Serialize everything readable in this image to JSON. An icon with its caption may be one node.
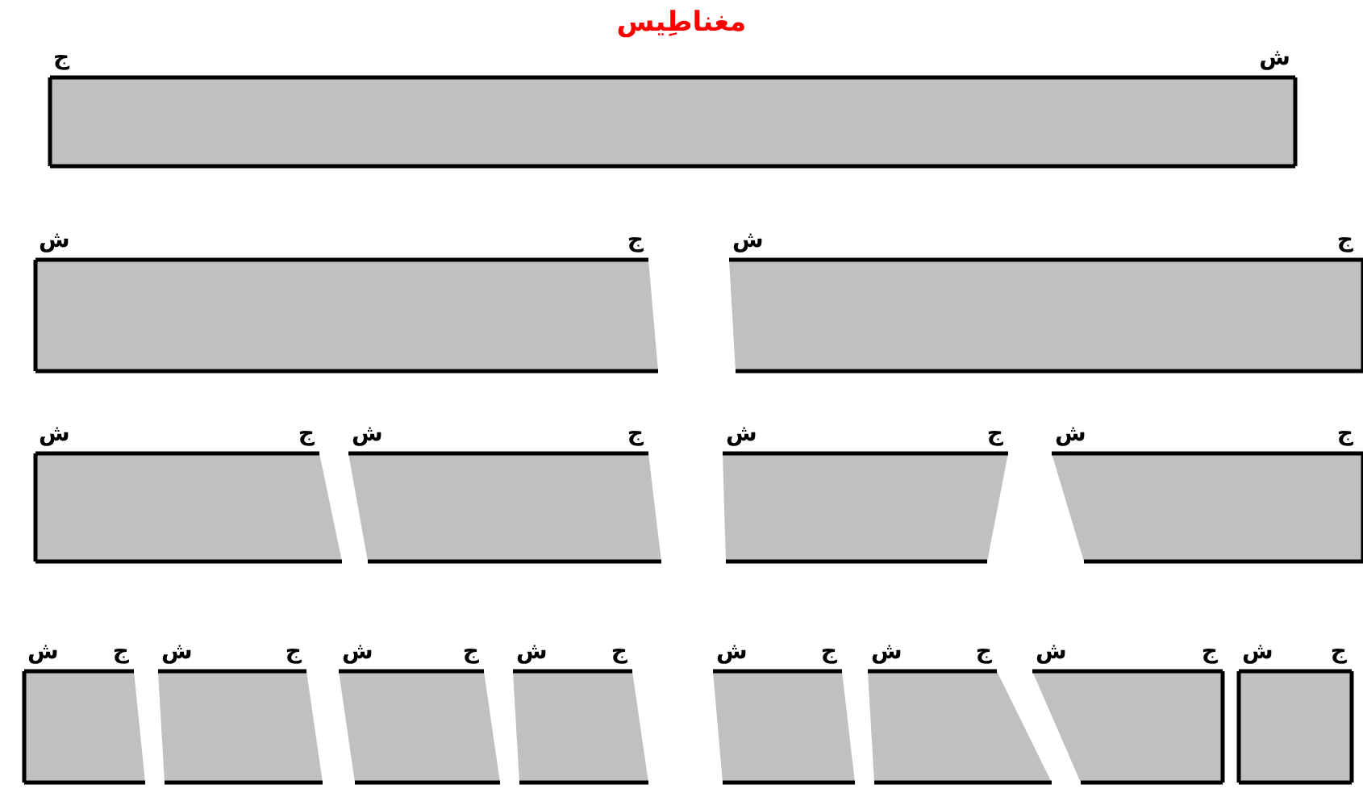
{
  "diagram": {
    "title": "مغناطِيس",
    "nodes": [
      {
        "text": [
          "ش",
          "ج"
        ]
      },
      {
        "text": [
          "ج",
          "ش"
        ]
      },
      {
        "text": [
          "ج",
          "ش"
        ]
      },
      {
        "text": [
          "ج",
          "ش"
        ]
      },
      {
        "text": [
          "ج",
          "ش"
        ]
      },
      {
        "text": [
          "ج",
          "ش"
        ]
      },
      {
        "text": [
          "ج",
          "ش"
        ]
      },
      {
        "text": [
          "ج",
          "ش"
        ]
      },
      {
        "text": [
          "ج",
          "ش"
        ]
      },
      {
        "text": [
          "ج",
          "ش"
        ]
      },
      {
        "text": [
          "ج",
          "ش"
        ]
      },
      {
        "text": [
          "ج",
          "ش"
        ]
      },
      {
        "text": [
          "ج",
          "ش"
        ]
      },
      {
        "text": [
          "ج",
          "ش"
        ]
      },
      {
        "text": [
          "ج",
          "ش"
        ]
      }
    ]
  }
}
